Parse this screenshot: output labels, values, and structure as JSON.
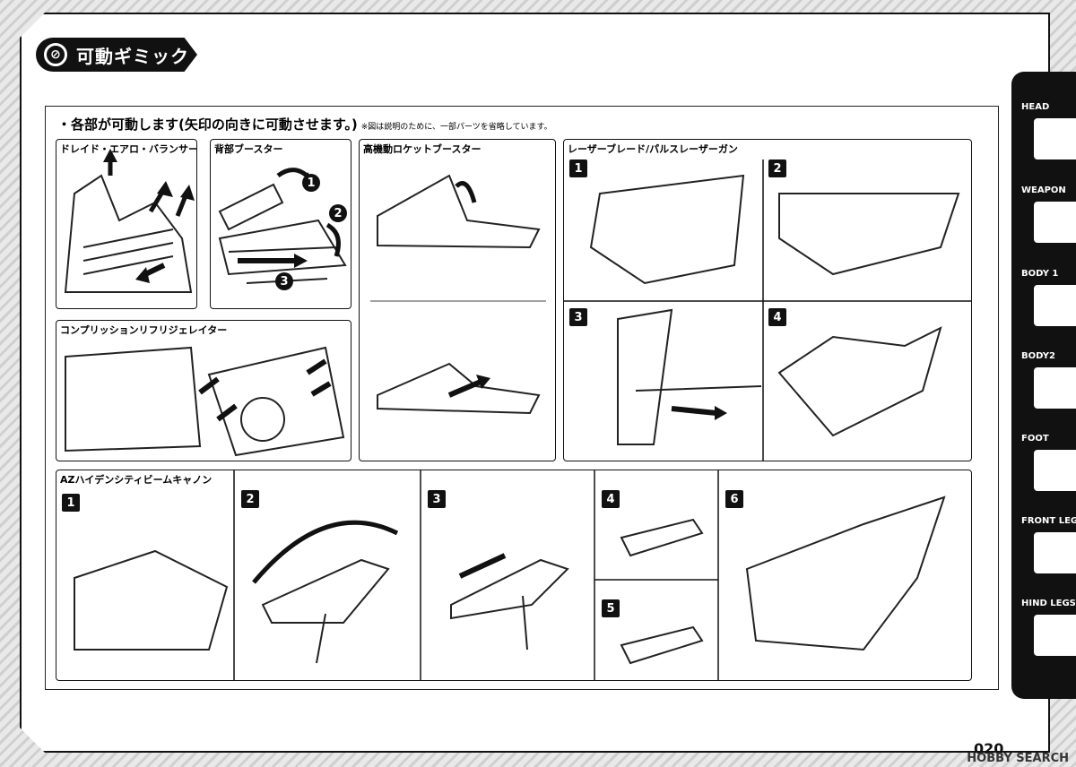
{
  "section_title": "可動ギミック",
  "intro": {
    "text": "・各部が可動します(矢印の向きに可動させます。)",
    "note": "※図は説明のために、一部パーツを省略しています。"
  },
  "panels": {
    "dread": "ドレイド・エアロ・バランサー",
    "back_booster": "背部ブースター",
    "rocket_booster": "高機動ロケットブースター",
    "laser_blade": "レーザーブレード/パルスレーザーガン",
    "refrigerator": "コンプリッションリフリジェレイター",
    "az_cannon": "AZハイデンシティビームキャノン"
  },
  "step_numbers": [
    "1",
    "2",
    "3",
    "4",
    "5",
    "6"
  ],
  "sidebar_tabs": [
    "HEAD",
    "WEAPON",
    "BODY 1",
    "BODY2",
    "FOOT",
    "FRONT LEGS",
    "HIND LEGS"
  ],
  "page_number": "020",
  "watermark": "HOBBY SEARCH"
}
